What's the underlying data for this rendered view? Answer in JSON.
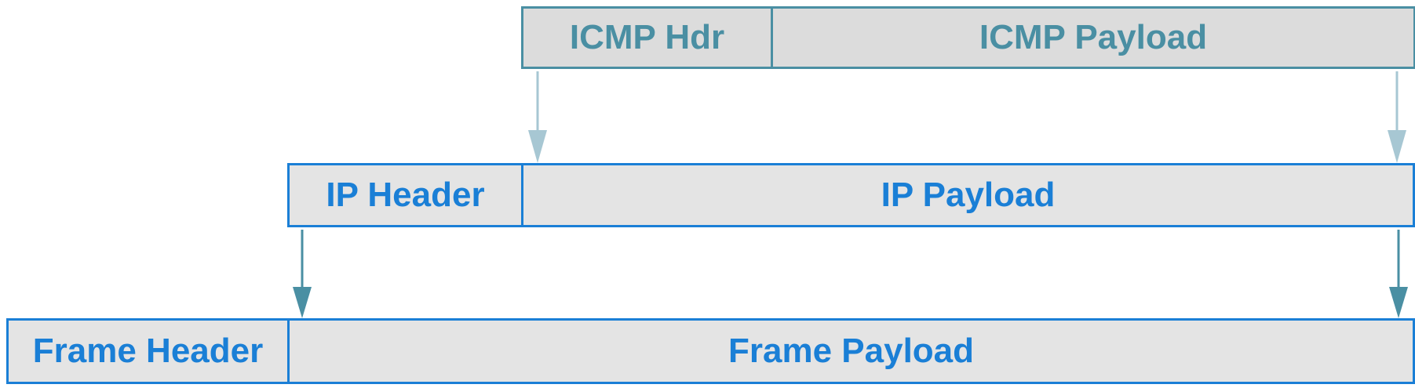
{
  "diagram": {
    "icmp": {
      "header_label": "ICMP Hdr",
      "payload_label": "ICMP Payload"
    },
    "ip": {
      "header_label": "IP Header",
      "payload_label": "IP Payload"
    },
    "frame": {
      "header_label": "Frame Header",
      "payload_label": "Frame Payload"
    },
    "colors": {
      "icmp_stroke": "#4a8fa3",
      "icmp_arrow": "#a7c7d3",
      "ip_stroke": "#1a7fd6",
      "ip_arrow": "#4a8fa3",
      "fill": "#e4e4e4"
    }
  }
}
